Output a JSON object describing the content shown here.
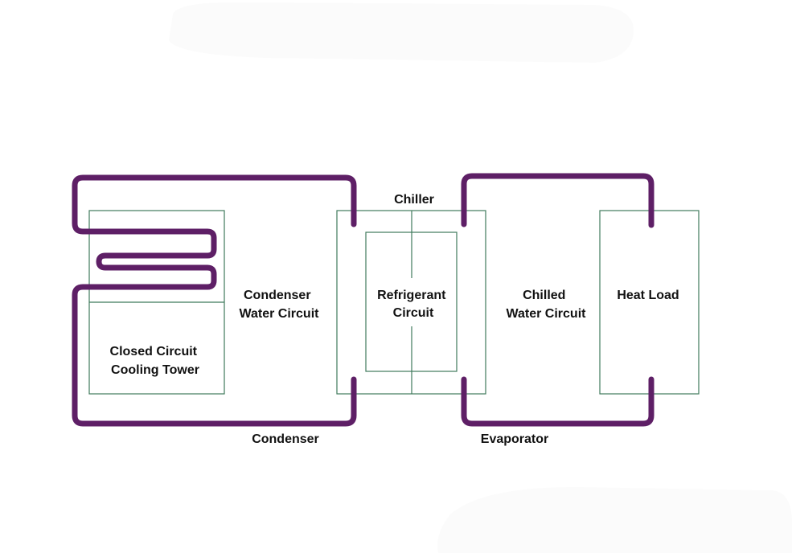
{
  "diagram": {
    "colors": {
      "pipe": "#5e1f66",
      "box": "#3f7a5c",
      "text": "#111111",
      "smudge": "#fbfbfb"
    },
    "components": {
      "cooling_tower": [
        "Closed Circuit",
        "Cooling Tower"
      ],
      "condenser_water_circuit": [
        "Condenser",
        "Water Circuit"
      ],
      "chiller": "Chiller",
      "refrigerant_circuit": [
        "Refrigerant",
        "Circuit"
      ],
      "chilled_water_circuit": [
        "Chilled",
        "Water Circuit"
      ],
      "heat_load": "Heat Load",
      "condenser": "Condenser",
      "evaporator": "Evaporator"
    }
  }
}
